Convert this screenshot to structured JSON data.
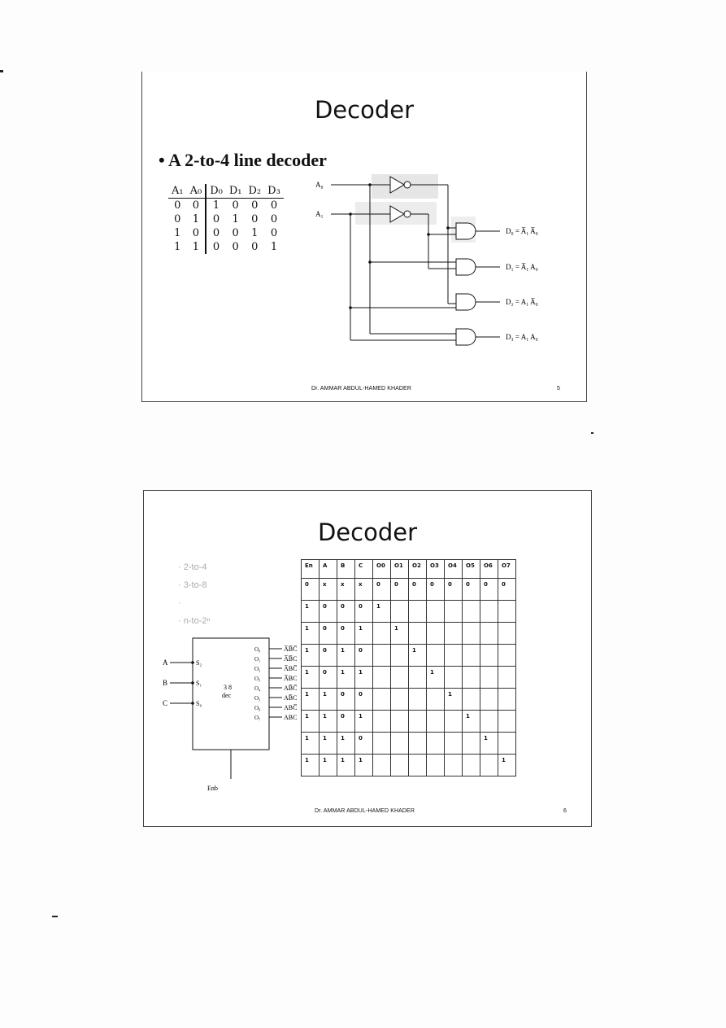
{
  "slide1": {
    "title": "Decoder",
    "bullet": "• A 2-to-4 line decoder",
    "truth_table": {
      "headers": [
        "A₁",
        "A₀",
        "D₀",
        "D₁",
        "D₂",
        "D₃"
      ],
      "rows": [
        [
          "0",
          "0",
          "1",
          "0",
          "0",
          "0"
        ],
        [
          "0",
          "1",
          "0",
          "1",
          "0",
          "0"
        ],
        [
          "1",
          "0",
          "0",
          "0",
          "1",
          "0"
        ],
        [
          "1",
          "1",
          "0",
          "0",
          "0",
          "1"
        ]
      ]
    },
    "circuit": {
      "input_a0": "A₀",
      "input_a1": "A₁",
      "out_d0": "D₀ = A̅₁ A̅₀",
      "out_d1": "D₁ = A̅₁ A₀",
      "out_d2": "D₂ = A₁ A̅₀",
      "out_d3": "D₃ = A₁ A₀"
    },
    "footer": "Dr. AMMAR ABDUL-HAMED KHADER",
    "page": "5"
  },
  "slide2": {
    "title": "Decoder",
    "faded_items": [
      "2-to-4",
      "3-to-8",
      "",
      "n-to-2ⁿ"
    ],
    "block": {
      "inputs": [
        "A",
        "B",
        "C"
      ],
      "selects": [
        "S₂",
        "S₁",
        "S₀"
      ],
      "label_line1": "3 8",
      "label_line2": "dec",
      "enable": "Enb",
      "outputs": [
        "O₀",
        "O₁",
        "O₂",
        "O₃",
        "O₄",
        "O₅",
        "O₆",
        "O₇"
      ],
      "minterms": [
        "A̅B̅C̅",
        "A̅B̅C",
        "A̅BC̅",
        "A̅BC",
        "AB̅C̅",
        "AB̅C",
        "ABC̅",
        "ABC"
      ]
    },
    "decoder_table": {
      "headers": [
        "En",
        "A",
        "B",
        "C",
        "O0",
        "O1",
        "O2",
        "O3",
        "O4",
        "O5",
        "O6",
        "O7"
      ],
      "rows": [
        [
          "0",
          "x",
          "x",
          "x",
          "0",
          "0",
          "0",
          "0",
          "0",
          "0",
          "0",
          "0"
        ],
        [
          "1",
          "0",
          "0",
          "0",
          "1",
          "",
          "",
          "",
          "",
          "",
          "",
          ""
        ],
        [
          "1",
          "0",
          "0",
          "1",
          "",
          "1",
          "",
          "",
          "",
          "",
          "",
          ""
        ],
        [
          "1",
          "0",
          "1",
          "0",
          "",
          "",
          "1",
          "",
          "",
          "",
          "",
          ""
        ],
        [
          "1",
          "0",
          "1",
          "1",
          "",
          "",
          "",
          "1",
          "",
          "",
          "",
          ""
        ],
        [
          "1",
          "1",
          "0",
          "0",
          "",
          "",
          "",
          "",
          "1",
          "",
          "",
          ""
        ],
        [
          "1",
          "1",
          "0",
          "1",
          "",
          "",
          "",
          "",
          "",
          "1",
          "",
          ""
        ],
        [
          "1",
          "1",
          "1",
          "0",
          "",
          "",
          "",
          "",
          "",
          "",
          "1",
          ""
        ],
        [
          "1",
          "1",
          "1",
          "1",
          "",
          "",
          "",
          "",
          "",
          "",
          "",
          "1"
        ]
      ]
    },
    "footer": "Dr. AMMAR ABDUL-HAMED KHADER",
    "page": "6"
  }
}
